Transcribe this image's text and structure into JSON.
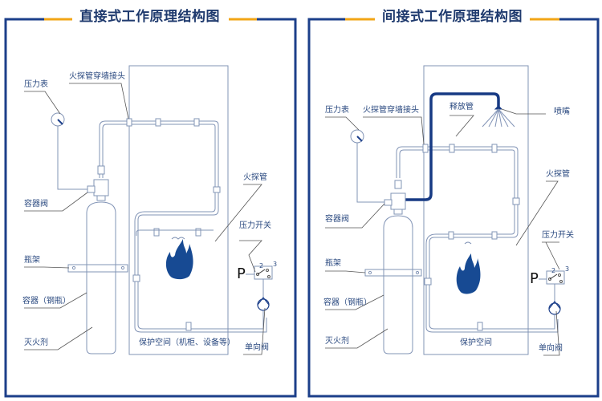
{
  "colors": {
    "frame": "#1c3f8a",
    "accent": "#f2a516",
    "pipe": "#7f93b8",
    "release_pipe": "#173a84",
    "flame": "#174a93",
    "label": "#2b4a80"
  },
  "panels": [
    {
      "title": "直接式工作原理结构图",
      "labels": {
        "pressure_gauge": "压力表",
        "wall_connector": "火探管穿墙接头",
        "container_valve": "容器阀",
        "detection_tube": "火探管",
        "pressure_switch": "压力开关",
        "bottle_rack": "瓶架",
        "container": "容器（钢瓶）",
        "agent": "灭火剂",
        "protected_space": "保护空间（机柜、设备等）",
        "check_valve": "单向阀",
        "p_symbol": "P",
        "switch_terminal_2": "2",
        "switch_terminal_3": "3"
      }
    },
    {
      "title": "间接式工作原理结构图",
      "labels": {
        "pressure_gauge": "压力表",
        "wall_connector": "火探管穿墙接头",
        "release_pipe": "释放管",
        "nozzle": "喷嘴",
        "container_valve": "容器阀",
        "detection_tube": "火探管",
        "pressure_switch": "压力开关",
        "bottle_rack": "瓶架",
        "container": "容器（钢瓶）",
        "agent": "灭火剂",
        "protected_space": "保护空间",
        "check_valve": "单向阀",
        "p_symbol": "P",
        "switch_terminal_2": "2",
        "switch_terminal_3": "3"
      }
    }
  ]
}
